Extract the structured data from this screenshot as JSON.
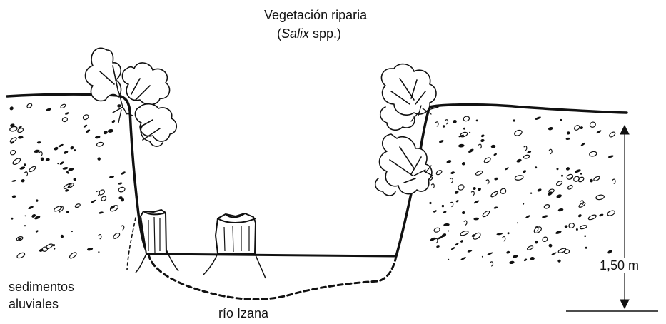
{
  "labels": {
    "title": "Vegetación riparia",
    "subtitle_open": "(",
    "subtitle_genus": "Salix",
    "subtitle_rest": " spp.)",
    "sediments_line1": "sedimentos",
    "sediments_line2": "aluviales",
    "river": "río Izana",
    "height": "1,50 m"
  },
  "colors": {
    "ink": "#111111",
    "background": "#ffffff"
  }
}
